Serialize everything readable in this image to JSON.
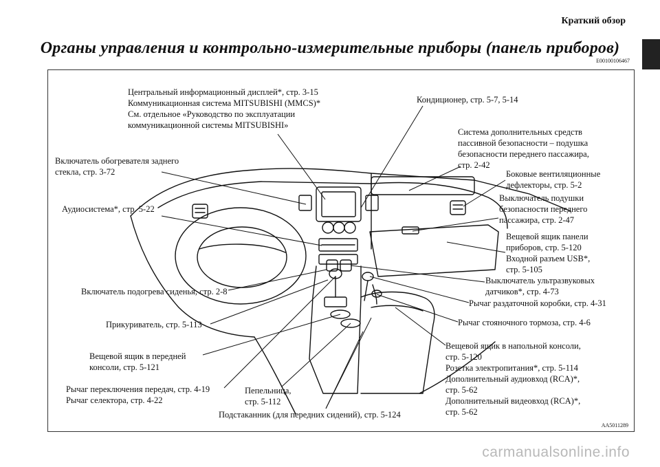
{
  "header": {
    "section": "Краткий обзор"
  },
  "page_title": "Органы управления и контрольно-измерительные приборы (панель приборов)",
  "doc_code": "E00100106467",
  "figure_code": "AA5011289",
  "watermark": "carmanualsonline.info",
  "labels": {
    "display": [
      "Центральный информационный дисплей*, стр. 3-15",
      "Коммуникационная система MITSUBISHI (MMCS)*",
      "См. отдельное «Руководство по эксплуатации",
      "коммуникационной  системы MITSUBISHI»"
    ],
    "aircon": [
      "Кондиционер, стр. 5-7, 5-14"
    ],
    "srs": [
      "Система дополнительных средств",
      "пассивной безопасности – подушка",
      "безопасности переднего пассажира,",
      "стр. 2-42"
    ],
    "rear_defog": [
      "Включатель обогревателя заднего",
      "стекла, стр. 3-72"
    ],
    "side_vents": [
      "Боковые вентиляционные",
      "дефлекторы, стр. 5-2"
    ],
    "airbag_switch": [
      "Выключатель подушки",
      "безопасности переднего",
      "пассажира, стр. 2-47"
    ],
    "audio": [
      "Аудиосистема*, стр. 5-22"
    ],
    "glovebox": [
      "Вещевой ящик панели",
      "приборов, стр. 5-120",
      "Входной разъем USB*,",
      "стр. 5-105"
    ],
    "ultrasonic": [
      "Выключатель ультразвуковых",
      "датчиков*, стр. 4-73"
    ],
    "seat_heater": [
      "Включатель подогрева сиденья, стр. 2-8"
    ],
    "transfer": [
      "Рычаг раздаточной коробки, стр. 4-31"
    ],
    "lighter": [
      "Прикуриватель, стр. 5-113"
    ],
    "parking_brake": [
      "Рычаг стояночного тормоза, стр. 4-6"
    ],
    "front_console": [
      "Вещевой ящик в передней",
      "консоли, стр. 5-121"
    ],
    "floor_console": [
      "Вещевой ящик в напольной консоли,",
      "стр. 5-120",
      "Розетка электропитания*, стр. 5-114",
      "Дополнительный аудиовход (RCA)*,",
      "стр. 5-62",
      "Дополнительный видеовход (RCA)*,",
      "стр. 5-62"
    ],
    "gear_lever": [
      "Рычаг переключения передач, стр. 4-19",
      "Рычаг селектора, стр. 4-22"
    ],
    "ashtray": [
      "Пепельница,",
      "стр. 5-112"
    ],
    "cupholder": [
      "Подстаканник (для передних сидений), стр. 5-124"
    ]
  }
}
